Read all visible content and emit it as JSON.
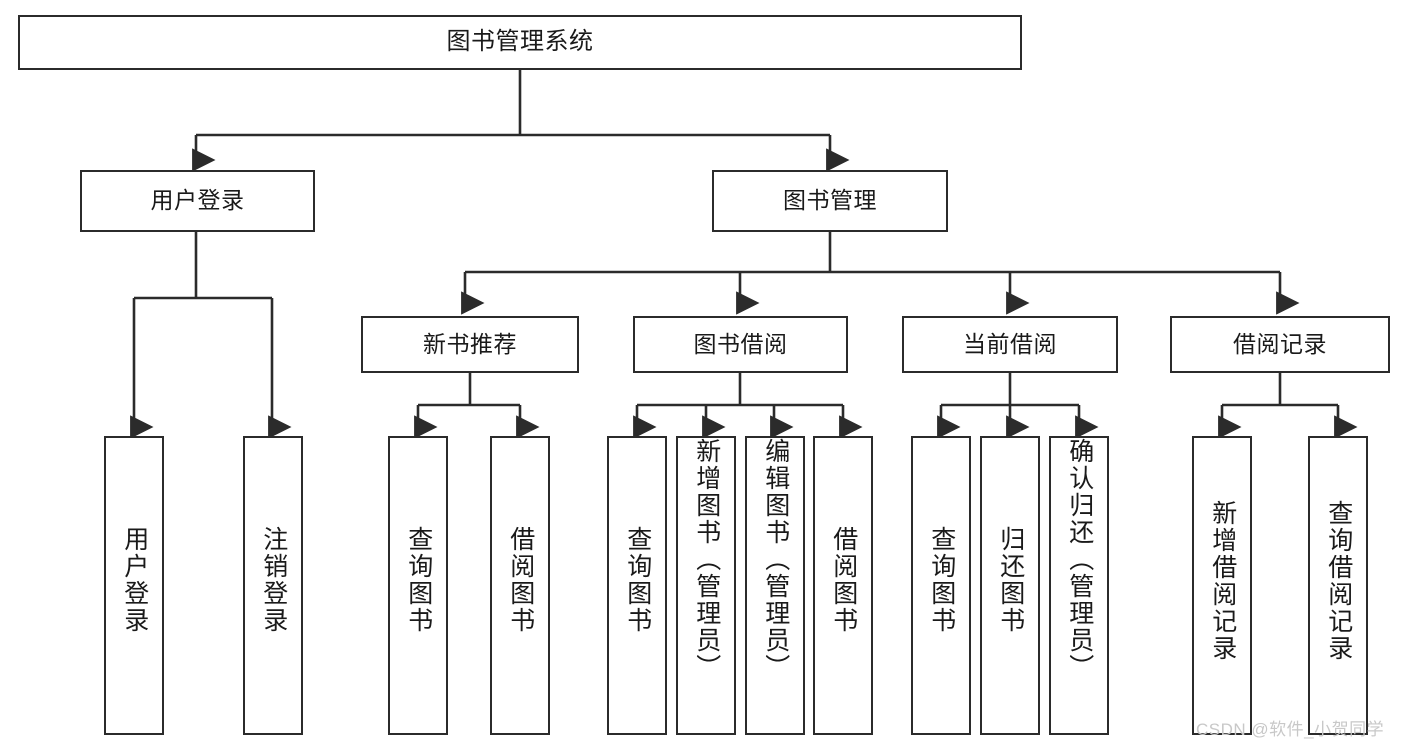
{
  "diagram": {
    "title": "图书管理系统",
    "type": "hierarchy-tree",
    "root": {
      "id": "root",
      "label": "图书管理系统",
      "orientation": "horizontal"
    },
    "level2": [
      {
        "id": "user-login",
        "label": "用户登录",
        "orientation": "horizontal"
      },
      {
        "id": "book-management",
        "label": "图书管理",
        "orientation": "horizontal"
      }
    ],
    "level3": [
      {
        "id": "new-book-recommend",
        "label": "新书推荐",
        "orientation": "horizontal",
        "parent": "book-management"
      },
      {
        "id": "book-borrow",
        "label": "图书借阅",
        "orientation": "horizontal",
        "parent": "book-management"
      },
      {
        "id": "current-borrow",
        "label": "当前借阅",
        "orientation": "horizontal",
        "parent": "book-management"
      },
      {
        "id": "borrow-record",
        "label": "借阅记录",
        "orientation": "horizontal",
        "parent": "book-management"
      }
    ],
    "leaves": [
      {
        "id": "leaf-user-login",
        "label": "用户登录",
        "parent": "user-login"
      },
      {
        "id": "leaf-user-logout",
        "label": "注销登录",
        "parent": "user-login"
      },
      {
        "id": "leaf-query-book-1",
        "label": "查询图书",
        "parent": "new-book-recommend"
      },
      {
        "id": "leaf-borrow-book-1",
        "label": "借阅图书",
        "parent": "new-book-recommend"
      },
      {
        "id": "leaf-query-book-2",
        "label": "查询图书",
        "parent": "book-borrow"
      },
      {
        "id": "leaf-add-book",
        "label": "新增图书（管理员）",
        "parent": "book-borrow"
      },
      {
        "id": "leaf-edit-book",
        "label": "编辑图书（管理员）",
        "parent": "book-borrow"
      },
      {
        "id": "leaf-borrow-book-2",
        "label": "借阅图书",
        "parent": "book-borrow"
      },
      {
        "id": "leaf-query-book-3",
        "label": "查询图书",
        "parent": "current-borrow"
      },
      {
        "id": "leaf-return-book",
        "label": "归还图书",
        "parent": "current-borrow"
      },
      {
        "id": "leaf-confirm-return",
        "label": "确认归还（管理员）",
        "parent": "current-borrow"
      },
      {
        "id": "leaf-add-record",
        "label": "新增借阅记录",
        "parent": "borrow-record"
      },
      {
        "id": "leaf-query-record",
        "label": "查询借阅记录",
        "parent": "borrow-record"
      }
    ],
    "watermark": "CSDN @软件_小贺同学",
    "colors": {
      "stroke": "#2b2b2b",
      "fill": "#ffffff",
      "text": "#1a1a1a",
      "watermark": "#c8c8c8"
    }
  }
}
